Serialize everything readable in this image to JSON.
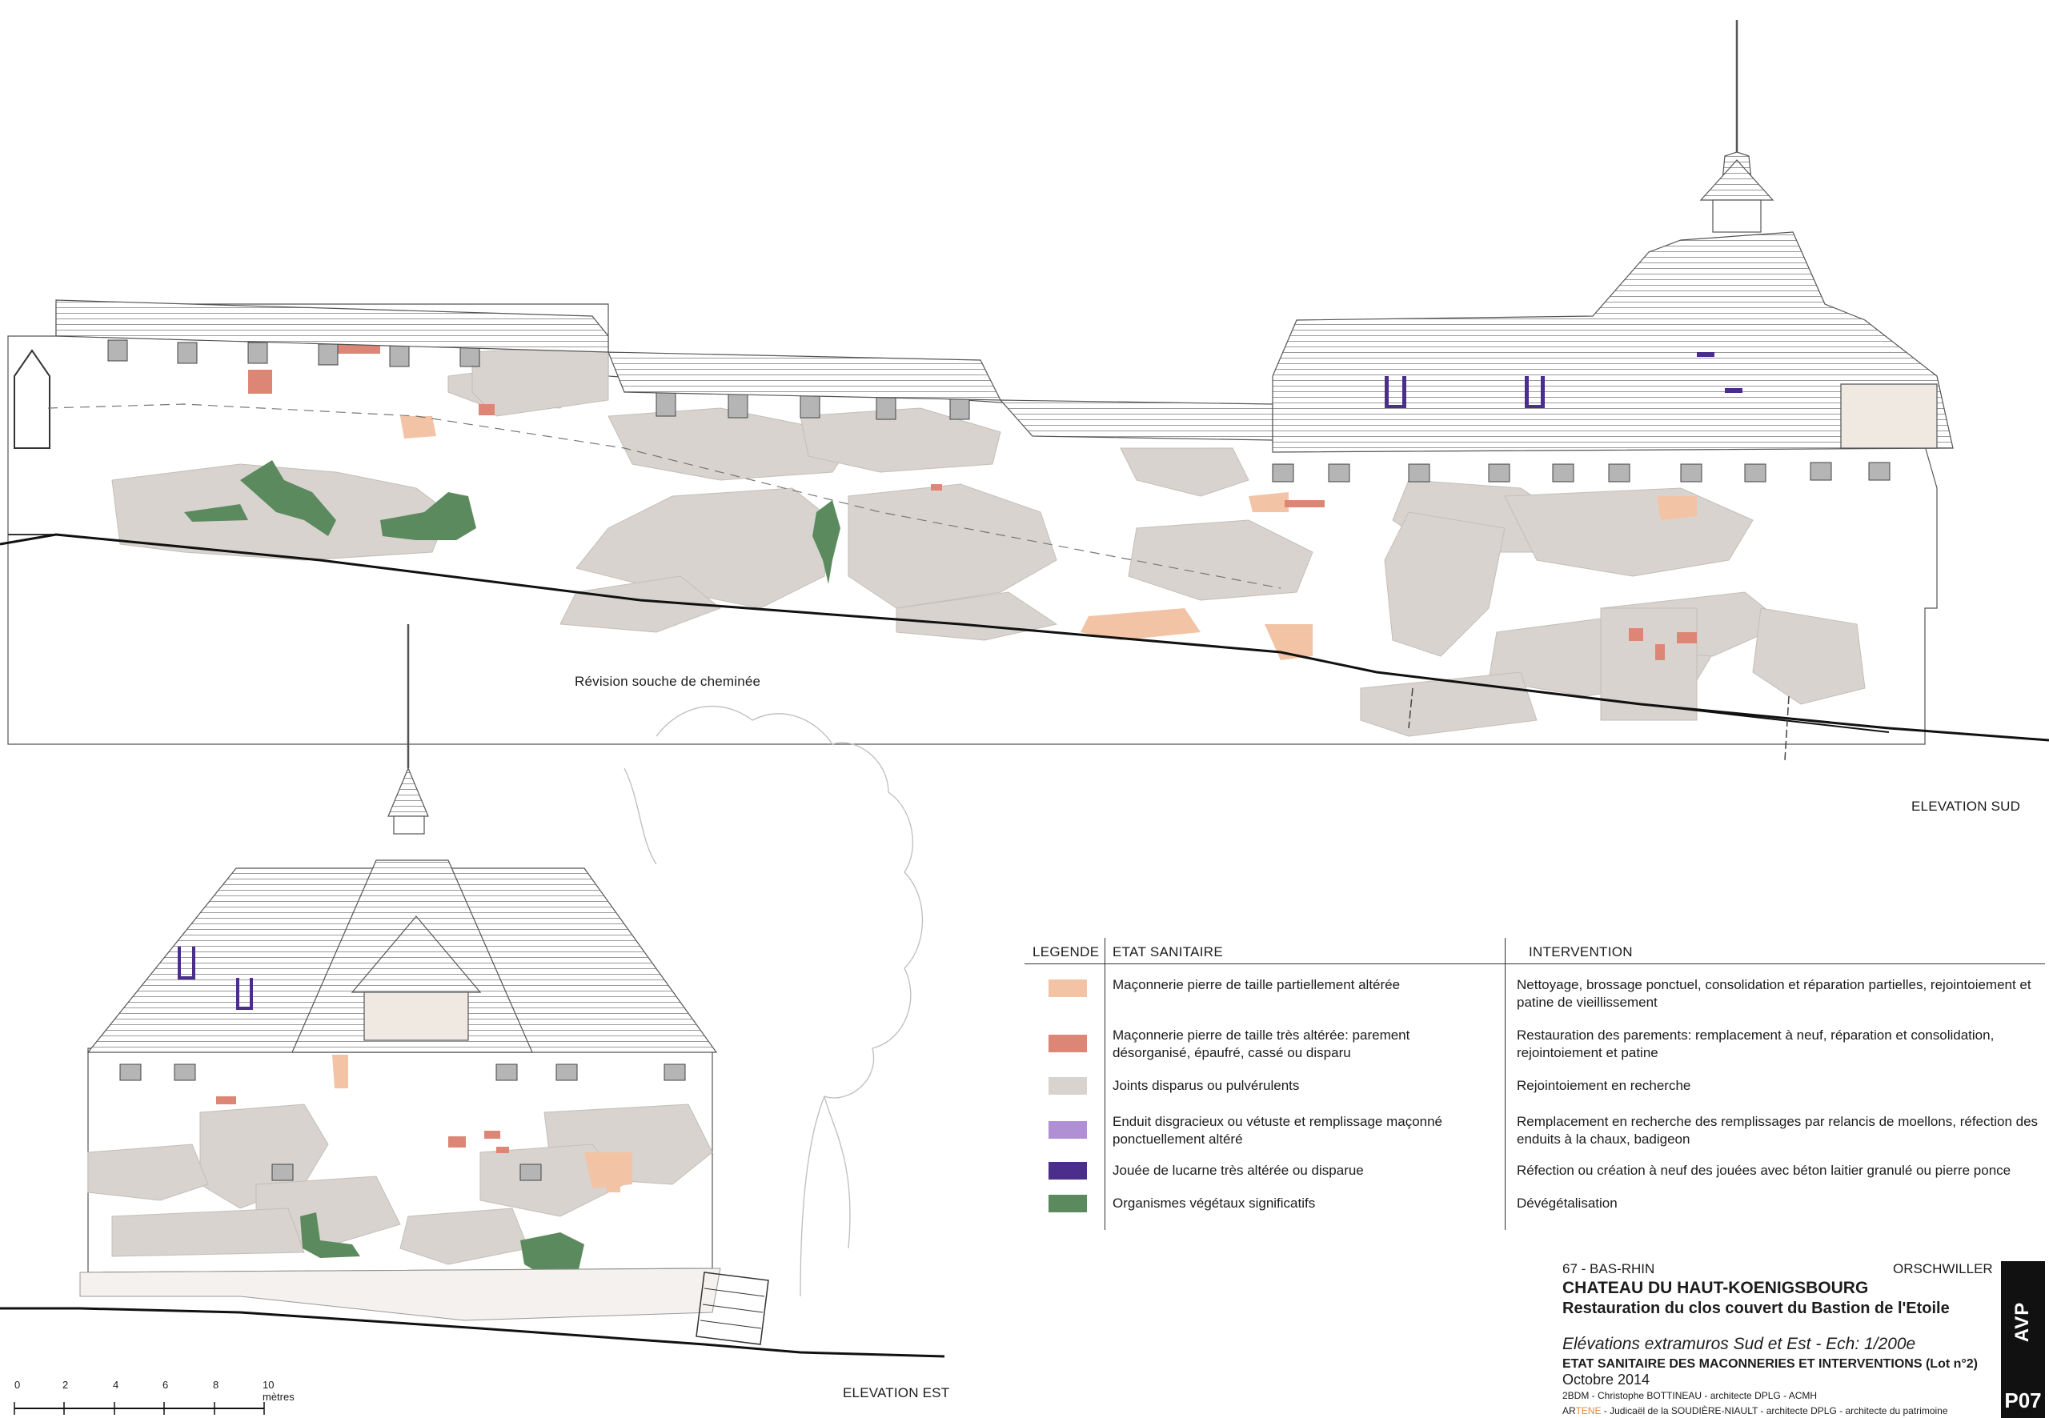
{
  "labels": {
    "elevation_sud": "ELEVATION SUD",
    "elevation_est": "ELEVATION EST",
    "revision": "Révision souche de cheminée"
  },
  "legend": {
    "col_legende": "LEGENDE",
    "col_etat": "ETAT SANITAIRE",
    "col_intervention": "INTERVENTION",
    "rows": [
      {
        "color": "#f2c3a4",
        "etat": "Maçonnerie pierre de taille partiellement altérée",
        "intervention": "Nettoyage, brossage ponctuel, consolidation et réparation partielles, rejointoiement et patine de vieillissement"
      },
      {
        "color": "#dd8676",
        "etat": "Maçonnerie pierre de taille très altérée: parement désorganisé, épaufré, cassé ou disparu",
        "intervention": "Restauration des parements: remplacement à neuf, réparation et consolidation, rejointoiement et patine"
      },
      {
        "color": "#d8d3ce",
        "etat": "Joints disparus ou pulvérulents",
        "intervention": "Rejointoiement en recherche"
      },
      {
        "color": "#b08fd4",
        "etat": "Enduit disgracieux ou vétuste et remplissage maçonné ponctuellement altéré",
        "intervention": "Remplacement en recherche des remplissages par relancis de moellons, réfection des enduits à la chaux, badigeon"
      },
      {
        "color": "#4b2d8b",
        "etat": "Jouée de lucarne très altérée ou disparue",
        "intervention": "Réfection ou création à neuf des jouées avec béton laitier granulé ou pierre ponce"
      },
      {
        "color": "#5c8a5f",
        "etat": "Organismes végétaux significatifs",
        "intervention": "Dévégétalisation"
      }
    ]
  },
  "titleblock": {
    "department": "67 - BAS-RHIN",
    "commune": "ORSCHWILLER",
    "project": "CHATEAU DU HAUT-KOENIGSBOURG",
    "subtitle": "Restauration du clos couvert du Bastion de l'Etoile",
    "drawing": "Elévations extramuros Sud et Est - Ech: 1/200e",
    "sheet_title": "ETAT SANITAIRE DES MACONNERIES ET INTERVENTIONS (Lot n°2)",
    "date": "Octobre 2014",
    "architect1": "2BDM - Christophe BOTTINEAU - architecte DPLG - ACMH",
    "architect2_brand_a": "AR",
    "architect2_brand_b": "TENE",
    "architect2_rest": " - Judicaël de la SOUDIÈRE-NIAULT - architecte DPLG - architecte du patrimoine",
    "phase": "AVP",
    "sheet_no": "P07"
  },
  "scalebar": {
    "ticks": [
      "0",
      "2",
      "4",
      "6",
      "8",
      "10 mètres"
    ]
  }
}
